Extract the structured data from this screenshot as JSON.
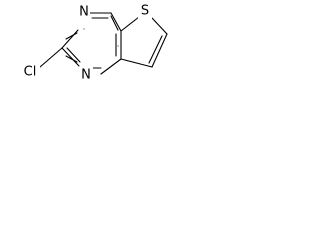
{
  "molecule": {
    "atoms": {
      "n_top": "N",
      "n_bottom": "N",
      "s_ring": "S",
      "cl": "Cl"
    }
  }
}
